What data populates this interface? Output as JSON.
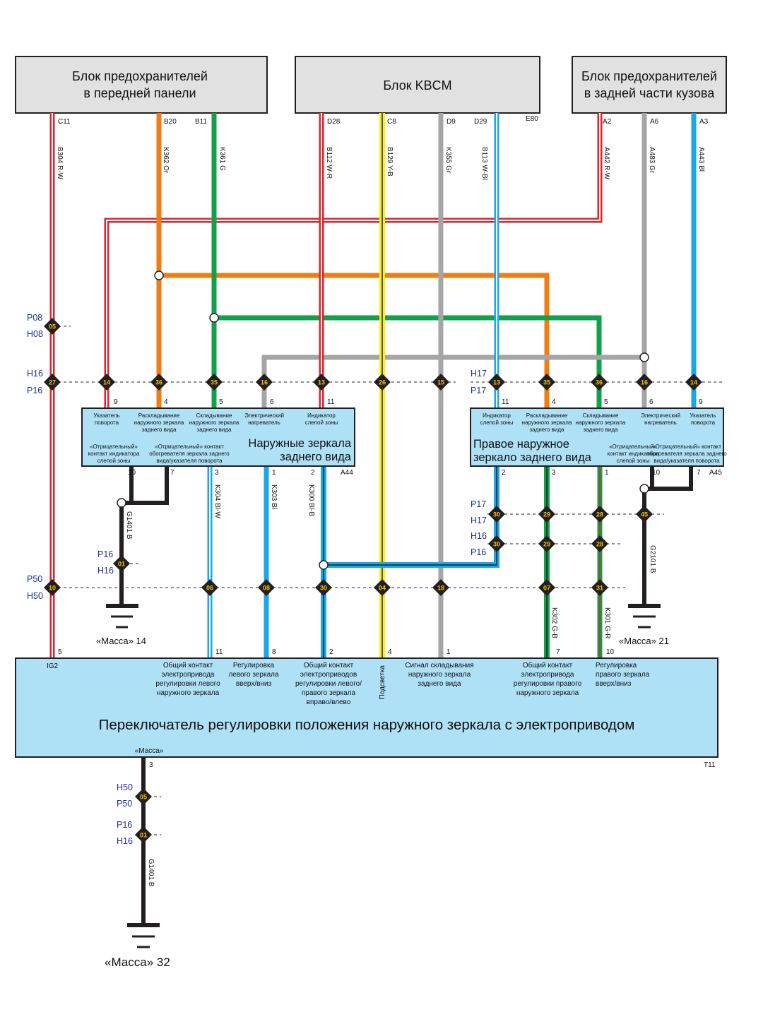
{
  "blocks": {
    "front_fuse": [
      "Блок предохранителей",
      "в передней панели"
    ],
    "kbcm": "Блок KBCM",
    "rear_fuse": [
      "Блок предохранителей",
      "в задней части кузова"
    ]
  },
  "block_pins": {
    "front": [
      "C11",
      "B20",
      "B11"
    ],
    "kbcm": [
      "D28",
      "C8",
      "D9",
      "D29",
      "E80"
    ],
    "rear": [
      "A2",
      "A6",
      "A3"
    ]
  },
  "wire_labels": {
    "top": [
      "B304 R-W",
      "K362 Or",
      "K361 G",
      "B112 W-R",
      "B129 Y-B",
      "K355 Gr",
      "B113 W-Bl",
      "A442 R-W",
      "A483 Gr",
      "A443 Bl"
    ],
    "g1401_left": "G1401 B",
    "k304": "K304 Bl-W",
    "k303": "K303 Bl",
    "k300": "K300 Bl-B",
    "g2101": "G2101 B",
    "k302": "K302 G-B",
    "k301": "K301 G-R",
    "g1401_bottom": "G1401 B"
  },
  "connector_rows": {
    "h16_p16": {
      "labels": [
        "H16",
        "P16"
      ],
      "numbers": [
        "27",
        "14",
        "36",
        "35",
        "16",
        "13",
        "26",
        "15"
      ],
      "right_labels": [
        "H17",
        "P17"
      ],
      "right_numbers": [
        "13",
        "35",
        "36",
        "16",
        "14"
      ]
    },
    "p08_h08": {
      "labels": [
        "P08",
        "H08"
      ],
      "number": "05"
    },
    "p17_h17": {
      "labels": [
        "P17",
        "H17"
      ],
      "numbers": [
        "30",
        "29",
        "28",
        "45"
      ]
    },
    "h16_p16_right": {
      "labels": [
        "H16",
        "P16"
      ],
      "numbers": [
        "30",
        "29",
        "28"
      ]
    },
    "p16_h16_left": {
      "labels": [
        "P16",
        "H16"
      ],
      "number": "01"
    },
    "p50_h50": {
      "labels": [
        "P50",
        "H50"
      ],
      "numbers": [
        "10",
        "06",
        "08",
        "30",
        "04",
        "18",
        "07",
        "31"
      ]
    },
    "h50_p50_bottom": {
      "labels": [
        "H50",
        "P50"
      ],
      "number": "05"
    },
    "p16_h16_bottom": {
      "labels": [
        "P16",
        "H16"
      ],
      "number": "01"
    }
  },
  "left_mirror": {
    "pins_top": [
      "9",
      "4",
      "5",
      "6",
      "11"
    ],
    "functions": [
      [
        "Указатель",
        "поворота"
      ],
      [
        "Раскладывание",
        "наружного зеркала",
        "заднего вида"
      ],
      [
        "Складывание",
        "наружного зеркала",
        "заднего вида"
      ],
      [
        "Электрический",
        "нагреватель"
      ],
      [
        "Индикатор",
        "слепой зоны"
      ]
    ],
    "minus_indicator": [
      "«Отрицательный»",
      "контакт индикатора",
      "слепой зоны"
    ],
    "minus_heater": [
      "«Отрицательный» контакт",
      "обогревателя зеркала заднего",
      "вида/указателя поворота"
    ],
    "title": [
      "Наружные зеркала",
      "заднего вида"
    ],
    "pins_bottom": [
      "10",
      "7",
      "3",
      "1",
      "2"
    ],
    "code": "A44"
  },
  "right_mirror": {
    "pins_top": [
      "11",
      "4",
      "5",
      "6",
      "9"
    ],
    "functions": [
      [
        "Индикатор",
        "слепой зоны"
      ],
      [
        "Раскладывание",
        "наружного зеркала",
        "заднего вида"
      ],
      [
        "Складывание",
        "наружного зеркала",
        "заднего вида"
      ],
      [
        "Электрический",
        "нагреватель"
      ],
      [
        "Указатель",
        "поворота"
      ]
    ],
    "title": [
      "Правое наружное",
      "зеркало заднего вида"
    ],
    "minus_indicator": [
      "«Отрицательный»",
      "контакт индикатора",
      "слепой зоны"
    ],
    "minus_heater": [
      "«Отрицательный» контакт",
      "обогревателя зеркала заднего",
      "вида/указателя поворота"
    ],
    "pins_bottom": [
      "2",
      "3",
      "1",
      "10",
      "7"
    ],
    "code": "A45"
  },
  "grounds": {
    "left": "«Масса» 14",
    "right": "«Масса» 21",
    "bottom": "«Масса» 32"
  },
  "switch": {
    "pins_top": [
      "5",
      "11",
      "8",
      "2",
      "4",
      "1",
      "7",
      "10"
    ],
    "ig2": "IG2",
    "functions": [
      [
        "Общий контакт",
        "электропривода",
        "регулировки левого",
        "наружного зеркала"
      ],
      [
        "Регулировка",
        "левого зеркала",
        "вверх/вниз"
      ],
      [
        "Общий контакт",
        "электроприводов",
        "регулировки левого/",
        "правого зеркала",
        "вправо/влево"
      ],
      [
        "Подсветка"
      ],
      [
        "Сигнал складывания",
        "наружного зеркала",
        "заднего вида"
      ],
      [
        "Общий контакт",
        "электропривода",
        "регулировки правого",
        "наружного зеркала"
      ],
      [
        "Регулировка",
        "правого зеркала",
        "вверх/вниз"
      ]
    ],
    "title": "Переключатель регулировки положения наружного зеркала с электроприводом",
    "ground_label": "«Масса»",
    "ground_pin": "3",
    "code": "T11"
  },
  "colors": {
    "red": "#e0232b",
    "orange": "#f07d14",
    "green": "#12a04a",
    "gray": "#a5a5a5",
    "yellow": "#fff200",
    "blue": "#1aa7e8",
    "black": "#231f20",
    "box_gray": "#e1e1e1",
    "box_blue": "#aee0f6",
    "connector_label": "#1f2f8a",
    "connector_number": "#f2c200"
  }
}
